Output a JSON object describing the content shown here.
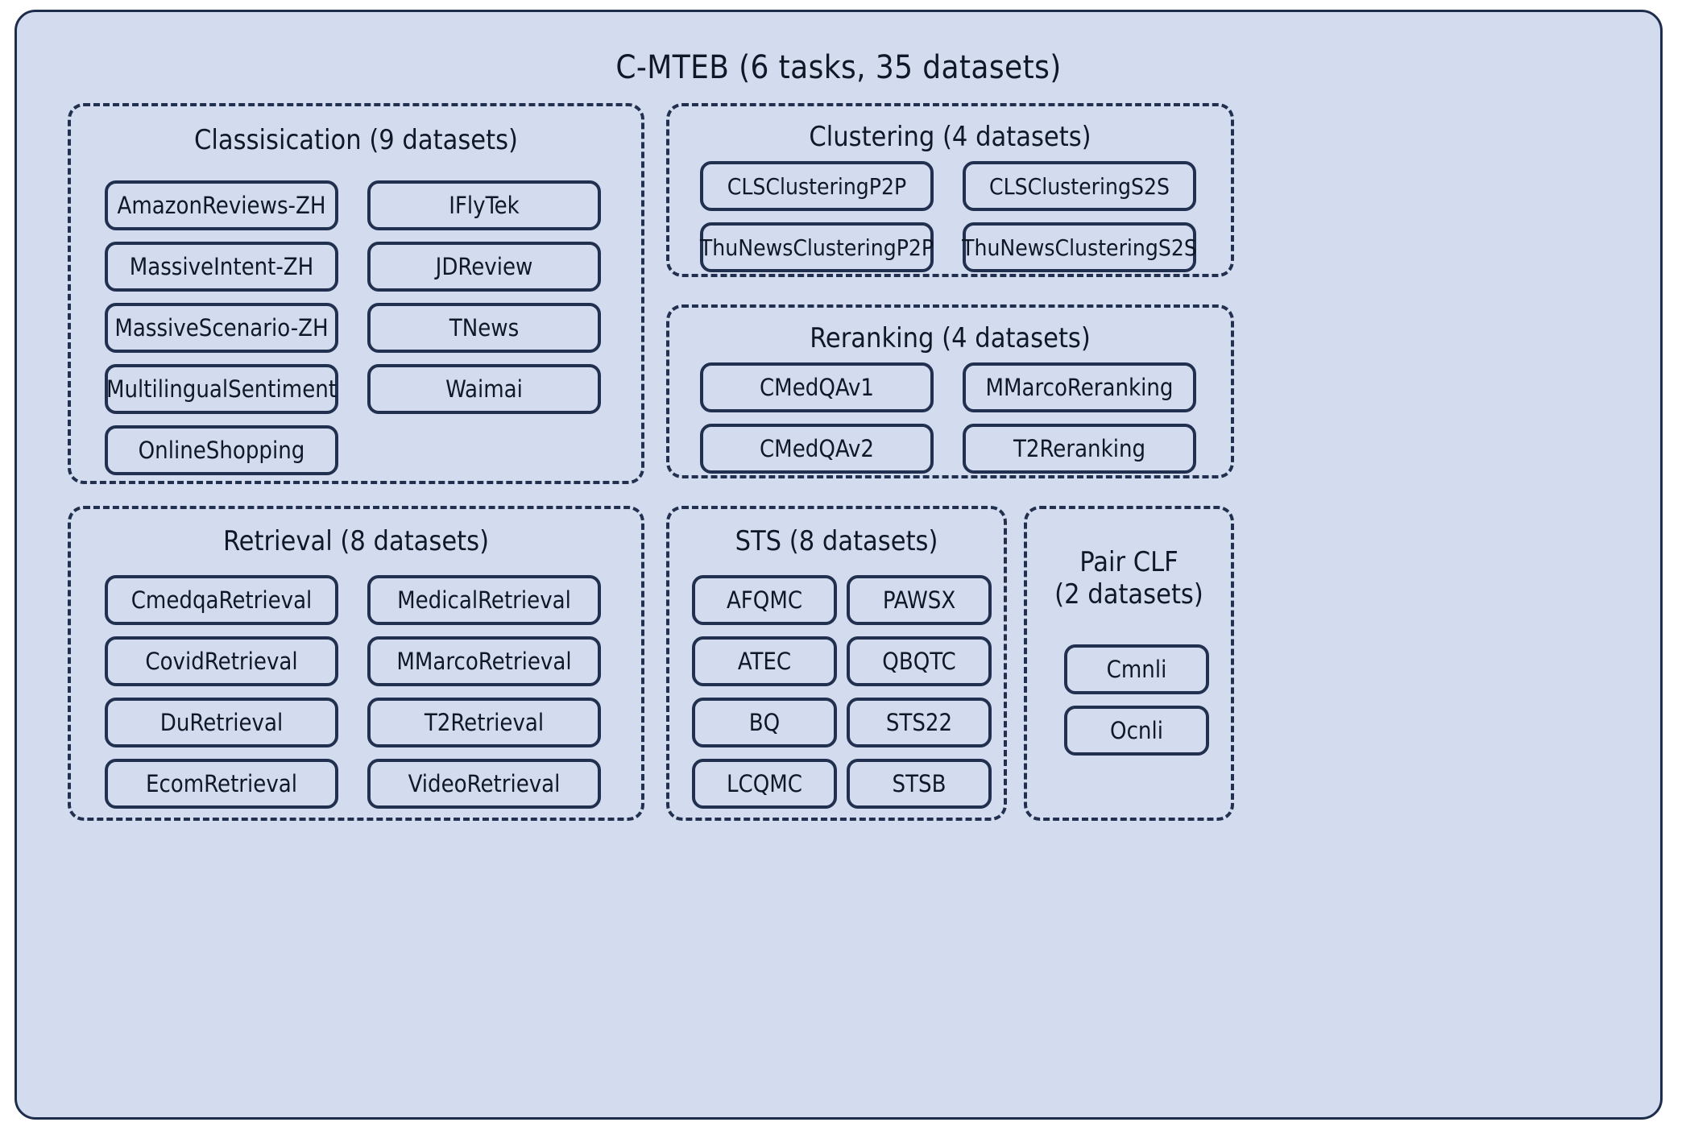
{
  "diagram": {
    "title": "C-MTEB (6 tasks, 35 datasets)",
    "colors": {
      "background": "#d3dcee",
      "border": "#22304f",
      "text": "#101828"
    }
  },
  "groups": {
    "classification": {
      "title": "Classisication (9 datasets)",
      "datasets": [
        "AmazonReviews-ZH",
        "IFlyTek",
        "MassiveIntent-ZH",
        "JDReview",
        "MassiveScenario-ZH",
        "TNews",
        "MultilingualSentiment",
        "Waimai",
        "OnlineShopping"
      ]
    },
    "clustering": {
      "title": "Clustering (4 datasets)",
      "datasets": [
        "CLSClusteringP2P",
        "CLSClusteringS2S",
        "ThuNewsClusteringP2P",
        "ThuNewsClusteringS2S"
      ]
    },
    "reranking": {
      "title": "Reranking (4 datasets)",
      "datasets": [
        "CMedQAv1",
        "MMarcoReranking",
        "CMedQAv2",
        "T2Reranking"
      ]
    },
    "retrieval": {
      "title": "Retrieval (8 datasets)",
      "datasets": [
        "CmedqaRetrieval",
        "MedicalRetrieval",
        "CovidRetrieval",
        "MMarcoRetrieval",
        "DuRetrieval",
        "T2Retrieval",
        "EcomRetrieval",
        "VideoRetrieval"
      ]
    },
    "sts": {
      "title": "STS (8 datasets)",
      "datasets": [
        "AFQMC",
        "PAWSX",
        "ATEC",
        "QBQTC",
        "BQ",
        "STS22",
        "LCQMC",
        "STSB"
      ]
    },
    "pairclf": {
      "title_line1": "Pair CLF",
      "title_line2": "(2 datasets)",
      "datasets": [
        "Cmnli",
        "Ocnli"
      ]
    }
  }
}
